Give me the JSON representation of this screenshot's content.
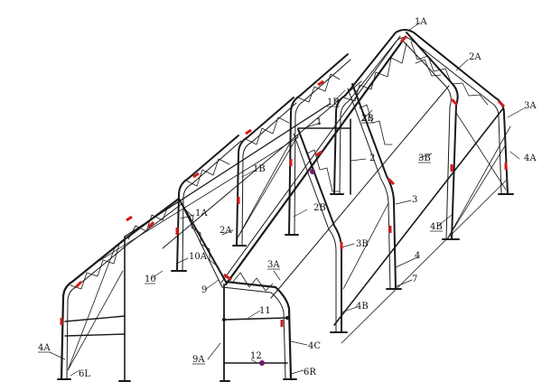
{
  "labels": {
    "1A_top": "1A",
    "2A_right": "2A",
    "3A_right": "3A",
    "4A_right": "4A",
    "1B_top": "1B",
    "2B_mid": "2B",
    "1_mid": "1",
    "3B_mid": "3B",
    "2": "2",
    "4B_right": "4B",
    "1B_left": "1B",
    "2B_lower": "2B",
    "3": "3",
    "1A_left": "1A",
    "2A_left": "2A",
    "3B_lower": "3B",
    "4": "4",
    "10A": "10A",
    "10": "10",
    "3A_front": "3A",
    "9": "9",
    "7": "7",
    "4B_front": "4B",
    "11": "11",
    "4C": "4C",
    "4A_left": "4A",
    "9A": "9A",
    "12": "12",
    "6L": "6L",
    "6R": "6R"
  }
}
